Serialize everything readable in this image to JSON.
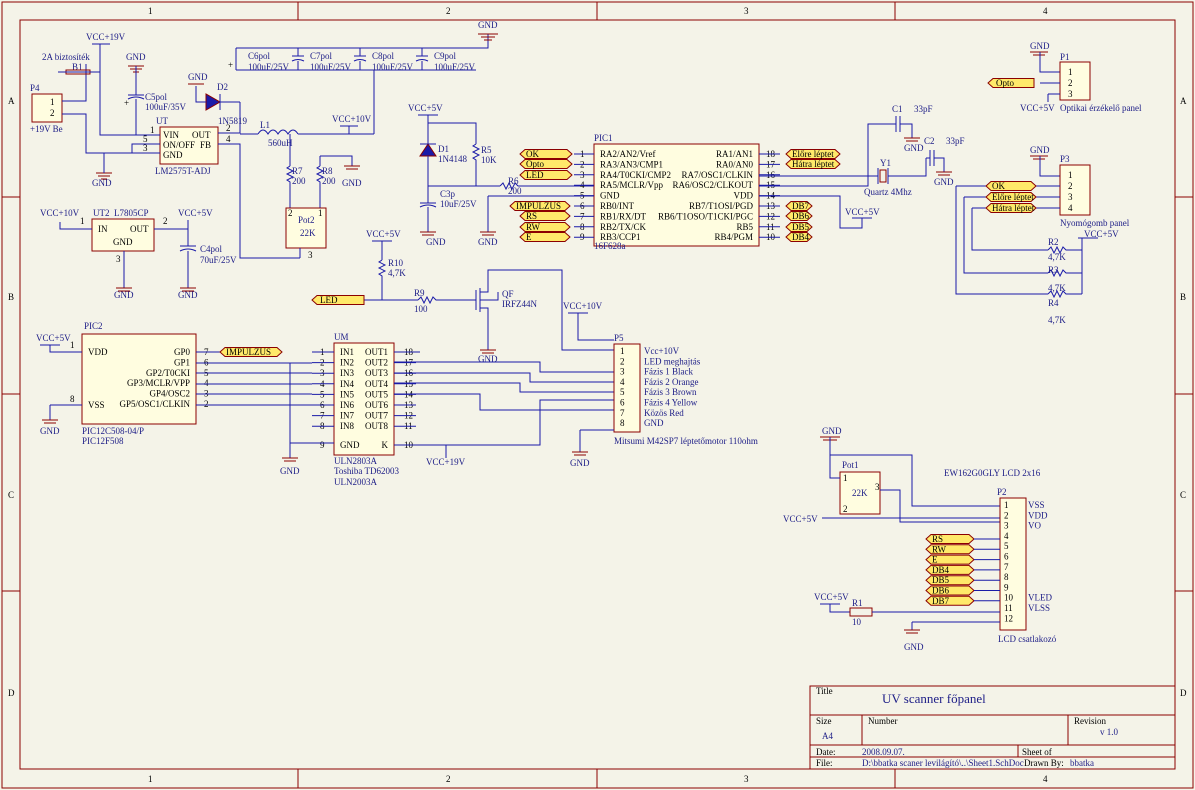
{
  "border": {
    "columns": [
      "1",
      "2",
      "3",
      "4"
    ],
    "rows": [
      "A",
      "B",
      "C",
      "D"
    ]
  },
  "title_block": {
    "title_label": "Title",
    "title": "UV scanner főpanel",
    "size_label": "Size",
    "size": "A4",
    "number_label": "Number",
    "revision_label": "Revision",
    "revision": "v 1.0",
    "date_label": "Date:",
    "date": "2008.09.07.",
    "sheet_label": "Sheet    of",
    "file_label": "File:",
    "file": "D:\\bbatka scaner levilágító\\..\\Sheet1.SchDoc",
    "drawn_label": "Drawn By:",
    "drawn_by": "bbatka"
  },
  "labels": {
    "vcc19": "VCC+19V",
    "vcc10": "VCC+10V",
    "vcc5": "VCC+5V",
    "gnd": "GND",
    "fuse_label": "2A biztosíték",
    "fuse": "B1",
    "p4": "P4",
    "p4_desc": "+19V Be",
    "c5": "C5pol",
    "c5_val": "100uF/35V",
    "d2": "D2",
    "d2_val": "1N5819",
    "ut": "UT",
    "ut_pins": [
      "VIN",
      "ON/OFF",
      "GND",
      "OUT",
      "FB"
    ],
    "ut_val": "LM2575T-ADJ",
    "l1": "L1",
    "l1_val": "560uH",
    "c6": "C6pol",
    "c7": "C7pol",
    "c8": "C8pol",
    "c9": "C9pol",
    "c6_val": "100uF/25V",
    "c7_val": "100uF/25V",
    "c8_val": "100uF/25V",
    "c9_val": "100uF/25V",
    "r7": "R7",
    "r7_val": "200",
    "r8": "R8",
    "r8_val": "200",
    "pot2": "Pot2",
    "pot2_val": "22K",
    "ut2": "UT2",
    "ut2_val": "L7805CP",
    "ut2_pins": [
      "IN",
      "OUT",
      "GND"
    ],
    "c4": "C4pol",
    "c4_val": "70uF/25V",
    "d1": "D1",
    "d1_val": "1N4148",
    "r5": "R5",
    "r5_val": "10K",
    "r6": "R6",
    "r6_val": "200",
    "c3": "C3p",
    "c3_val": "10uF/25V",
    "pic1": "PIC1",
    "pic1_val": "16F628a",
    "pic1_left": [
      "RA2/AN2/Vref",
      "RA3/AN3/CMP1",
      "RA4/T0CKI/CMP2",
      "RA5/MCLR/Vpp",
      "GND",
      "RB0/INT",
      "RB1/RX/DT",
      "RB2/TX/CK",
      "RB3/CCP1"
    ],
    "pic1_right": [
      "RA1/AN1",
      "RA0/AN0",
      "RA7/OSC1/CLKIN",
      "RA6/OSC2/CLKOUT",
      "VDD",
      "RB7/T1OSI/PGD",
      "RB6/T1OSO/T1CKI/PGC",
      "RB5",
      "RB4/PGM"
    ],
    "pic1_lnum": [
      "1",
      "2",
      "3",
      "4",
      "5",
      "6",
      "7",
      "8",
      "9"
    ],
    "pic1_rnum": [
      "18",
      "17",
      "16",
      "15",
      "14",
      "13",
      "12",
      "11",
      "10"
    ],
    "c1": "C1",
    "c1_val": "33pF",
    "c2": "C2",
    "c2_val": "33pF",
    "y1": "Y1",
    "y1_val": "Quartz 4Mhz",
    "p1": "P1",
    "p1_desc": "Optikai érzékelő panel",
    "p3": "P3",
    "p3_desc": "Nyomógomb panel",
    "r2": "R2",
    "r3": "R3",
    "r4": "R4",
    "r_47k": "4,7K",
    "r10": "R10",
    "r10_val": "4,7K",
    "r9": "R9",
    "r9_val": "100",
    "qf": "QF",
    "qf_val": "IRFZ44N",
    "pic2": "PIC2",
    "pic2_val1": "PIC12C508-04/P",
    "pic2_val2": "PIC12F508",
    "pic2_left": [
      "VDD",
      "VSS"
    ],
    "pic2_right": [
      "GP0",
      "GP1",
      "GP2/T0CKI",
      "GP3/MCLR/VPP",
      "GP4/OSC2",
      "GP5/OSC1/CLKIN"
    ],
    "um": "UM",
    "um_val1": "ULN2803A",
    "um_val2": "Toshiba TD62003",
    "um_val3": "ULN2003A",
    "um_in": [
      "IN1",
      "IN2",
      "IN3",
      "IN4",
      "IN5",
      "IN6",
      "IN7",
      "IN8",
      "GND"
    ],
    "um_out": [
      "OUT1",
      "OUT2",
      "OUT3",
      "OUT4",
      "OUT5",
      "OUT6",
      "OUT7",
      "OUT8",
      "K"
    ],
    "p5": "P5",
    "p5_pins": [
      "Vcc+10V",
      "LED meghajtás",
      "Fázis 1 Black",
      "Fázis 2 Orange",
      "Fázis 3 Brown",
      "Fázis 4 Yellow",
      "Közös Red",
      "GND"
    ],
    "p5_desc": "Mitsumi M42SP7 léptetőmotor 110ohm",
    "pot1": "Pot1",
    "pot1_val": "22K",
    "lcd_title": "EW162G0GLY LCD 2x16",
    "p2": "P2",
    "p2_pins": [
      "VSS",
      "VDD",
      "VO",
      "",
      "",
      "",
      "",
      "",
      "",
      "VLED",
      "VLSS"
    ],
    "p2_desc": "LCD csatlakozó",
    "r1": "R1",
    "r1_val": "10"
  },
  "net_labels": {
    "opto": "Opto",
    "ok": "OK",
    "led": "LED",
    "elore": "Előre léptet",
    "hatra": "Hátra léptet",
    "impulzus": "IMPULZUS",
    "rs": "RS",
    "rw": "RW",
    "e": "E",
    "db7": "DB7",
    "db6": "DB6",
    "db5": "DB5",
    "db4": "DB4"
  }
}
